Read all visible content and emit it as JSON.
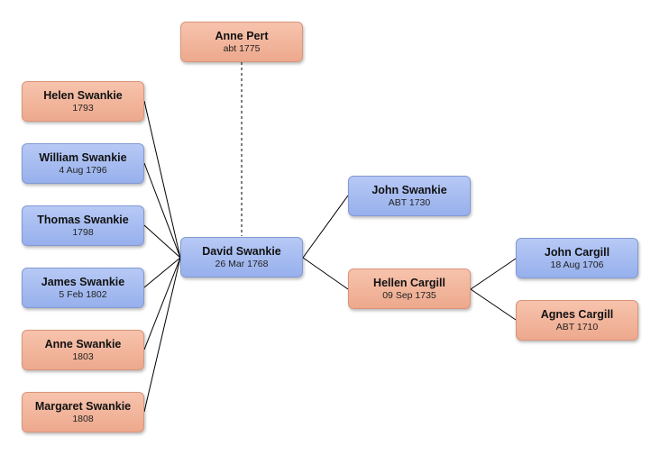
{
  "colors": {
    "female_box": "#f2b59c",
    "male_box": "#a7bdf0",
    "connector_line": "#000000",
    "spouse_line": "#555555"
  },
  "persons": {
    "spouse": {
      "name": "Anne Pert",
      "date": "abt 1775",
      "sex": "female"
    },
    "root": {
      "name": "David Swankie",
      "date": "26 Mar 1768",
      "sex": "male"
    },
    "children": [
      {
        "name": "Helen Swankie",
        "date": "1793",
        "sex": "female"
      },
      {
        "name": "William Swankie",
        "date": "4 Aug 1796",
        "sex": "male"
      },
      {
        "name": "Thomas Swankie",
        "date": "1798",
        "sex": "male"
      },
      {
        "name": "James Swankie",
        "date": "5 Feb 1802",
        "sex": "male"
      },
      {
        "name": "Anne Swankie",
        "date": "1803",
        "sex": "female"
      },
      {
        "name": "Margaret Swankie",
        "date": "1808",
        "sex": "female"
      }
    ],
    "father": {
      "name": "John Swankie",
      "date": "ABT 1730",
      "sex": "male"
    },
    "mother": {
      "name": "Hellen Cargill",
      "date": "09 Sep 1735",
      "sex": "female"
    },
    "maternal_grandfather": {
      "name": "John Cargill",
      "date": "18 Aug 1706",
      "sex": "male"
    },
    "maternal_grandmother": {
      "name": "Agnes Cargill",
      "date": "ABT 1710",
      "sex": "female"
    }
  }
}
